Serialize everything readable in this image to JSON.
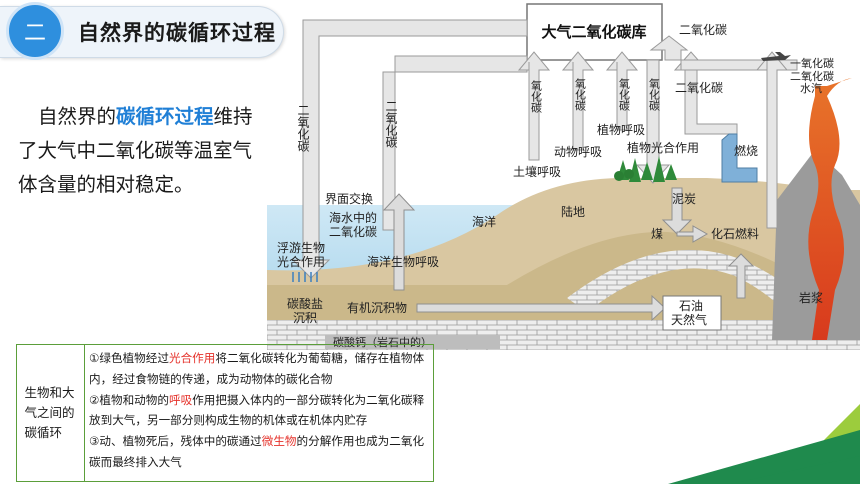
{
  "header": {
    "number": "二",
    "title": "自然界的碳循环过程"
  },
  "intro": {
    "pre": "自然界的",
    "highlight": "碳循环过程",
    "post": "维持了大气中二氧化碳等温室气体含量的相对稳定。"
  },
  "diagram": {
    "reservoir": "大气二氧化碳库",
    "labels": {
      "co2_v1": "二氧化碳",
      "co2_v2": "二氧化碳",
      "oxy_a": "氧化碳",
      "oxy_b": "氧化碳",
      "oxy_c": "氧化碳",
      "oxy_d": "氧化碳",
      "co2_top": "二氧化碳",
      "co2_mid": "二氧化碳",
      "volcano_gas": [
        "一氧化碳",
        "二氧化碳",
        "水汽"
      ],
      "interface": "界面交换",
      "seawater_co2": [
        "海水中的",
        "二氧化碳"
      ],
      "ocean": "海洋",
      "land": "陆地",
      "plankton": [
        "浮游生物",
        "光合作用"
      ],
      "marine_resp": "海洋生物呼吸",
      "soil_resp": "土壤呼吸",
      "animal_resp": "动物呼吸",
      "plant_resp": "植物呼吸",
      "plant_photo": "植物光合作用",
      "combustion": "燃烧",
      "peat": "泥炭",
      "coal": "煤",
      "fossil": "化石燃料",
      "carbonate": [
        "碳酸盐",
        "沉积"
      ],
      "organic": "有机沉积物",
      "oil_gas": [
        "石油",
        "天然气"
      ],
      "magma": "岩浆",
      "caco3": "碳酸钙（岩石中的）"
    }
  },
  "table": {
    "left": "生物和大气之间的碳循环",
    "r1_pre": "①绿色植物经过",
    "r1_red": "光合作用",
    "r1_post": "将二氧化碳转化为葡萄糖，储存在植物体内，经过食物链的传递，成为动物体的碳化合物",
    "r2_pre": "②植物和动物的",
    "r2_red": "呼吸",
    "r2_post": "作用把摄入体内的一部分碳转化为二氧化碳释放到大气，另一部分则构成生物的机体或在机体内贮存",
    "r3_pre": "③动、植物死后，残体中的碳通过",
    "r3_red": "微生物",
    "r3_post": "的分解作用也成为二氧化碳而最终排入大气"
  }
}
